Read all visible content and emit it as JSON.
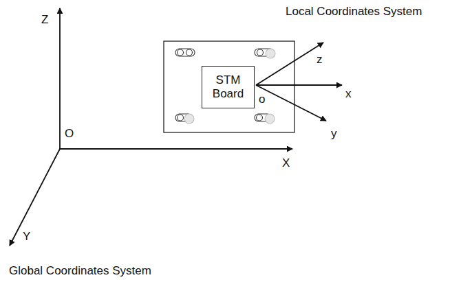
{
  "diagram": {
    "nodes": [
      {
        "text": [
          "STM Board"
        ]
      }
    ],
    "labels": [
      "Local Coordinates System",
      "Z",
      "z",
      "x",
      "o",
      "O",
      "X",
      "y",
      "Y",
      "Global Coordinates System"
    ]
  }
}
